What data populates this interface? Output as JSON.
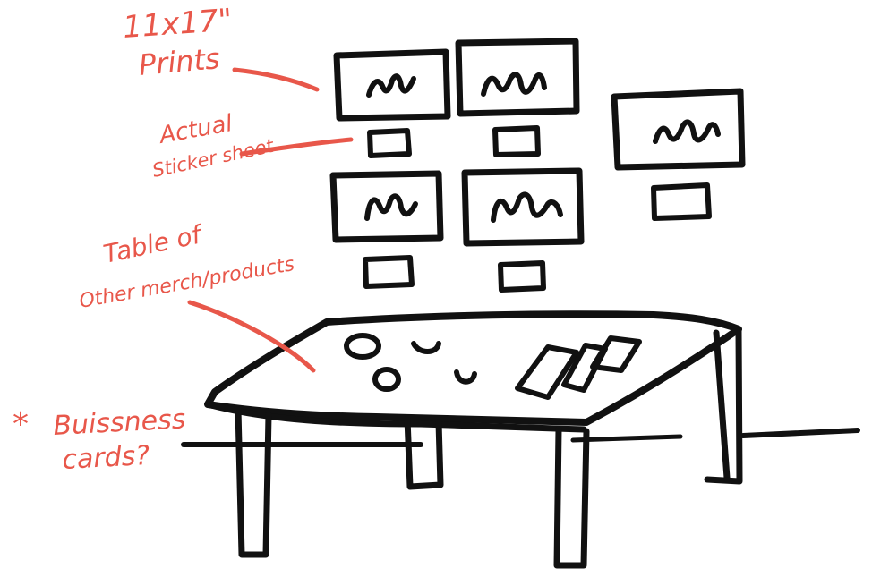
{
  "annotations": {
    "prints_size": "11x17\"",
    "prints_label": "Prints",
    "sticker_line1": "Actual",
    "sticker_line2": "Sticker sheet",
    "table_line1": "Table of",
    "table_line2": "Other merch/products",
    "cards_star": "*",
    "cards_line1": "Buissness",
    "cards_line2": "cards?"
  },
  "colors": {
    "ink": "#111111",
    "annotation": "#e8574a",
    "paper": "#ffffff"
  }
}
